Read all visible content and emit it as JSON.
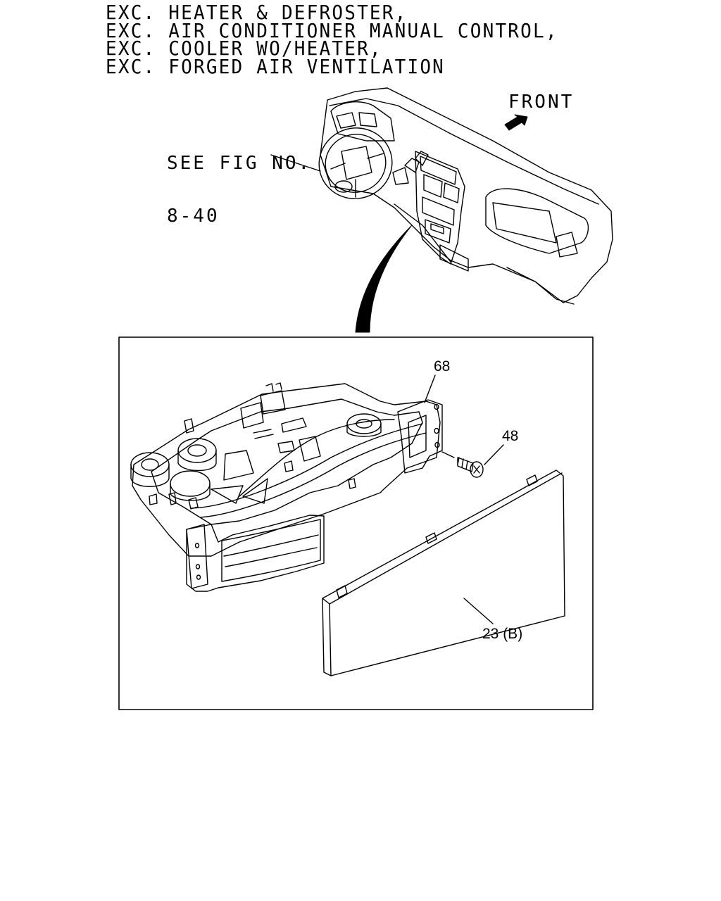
{
  "header": {
    "lines": [
      "EXC. HEATER & DEFROSTER,",
      "EXC. AIR CONDITIONER MANUAL CONTROL,",
      "EXC. COOLER WO/HEATER,",
      "EXC. FORGED AIR VENTILATION"
    ]
  },
  "overview": {
    "front_label": "FRONT",
    "see_fig_line1": "SEE FIG NO.",
    "see_fig_line2": "8-40"
  },
  "parts": {
    "part_68": "68",
    "part_48": "48",
    "part_23": "23 (B)"
  }
}
